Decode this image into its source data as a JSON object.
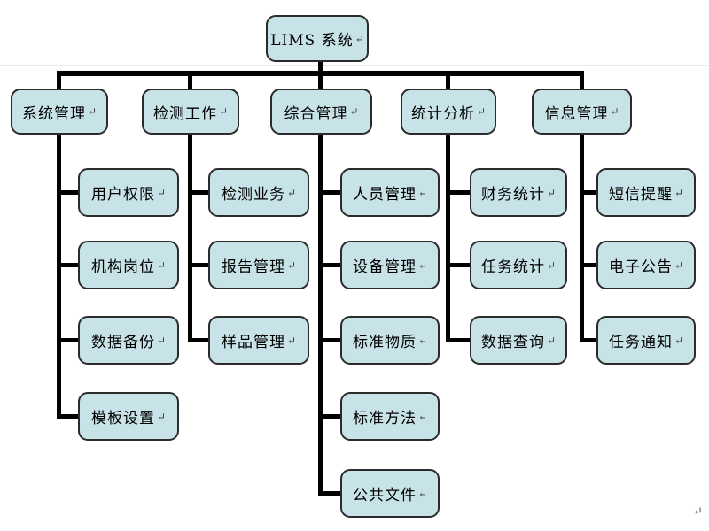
{
  "diagram": {
    "return_mark": "↵",
    "root": {
      "label": "LIMS 系统"
    },
    "branches": [
      {
        "label": "系统管理",
        "children": [
          {
            "label": "用户权限"
          },
          {
            "label": "机构岗位"
          },
          {
            "label": "数据备份"
          },
          {
            "label": "模板设置"
          }
        ]
      },
      {
        "label": "检测工作",
        "children": [
          {
            "label": "检测业务"
          },
          {
            "label": "报告管理"
          },
          {
            "label": "样品管理"
          }
        ]
      },
      {
        "label": "综合管理",
        "children": [
          {
            "label": "人员管理"
          },
          {
            "label": "设备管理"
          },
          {
            "label": "标准物质"
          },
          {
            "label": "标准方法"
          },
          {
            "label": "公共文件"
          }
        ]
      },
      {
        "label": "统计分析",
        "children": [
          {
            "label": "财务统计"
          },
          {
            "label": "任务统计"
          },
          {
            "label": "数据查询"
          }
        ]
      },
      {
        "label": "信息管理",
        "children": [
          {
            "label": "短信提醒"
          },
          {
            "label": "电子公告"
          },
          {
            "label": "任务通知"
          }
        ]
      }
    ]
  },
  "colors": {
    "node_fill": "#c7e3e8",
    "node_border": "#2b2b2b",
    "connector": "#000000",
    "background": "#ffffff"
  }
}
